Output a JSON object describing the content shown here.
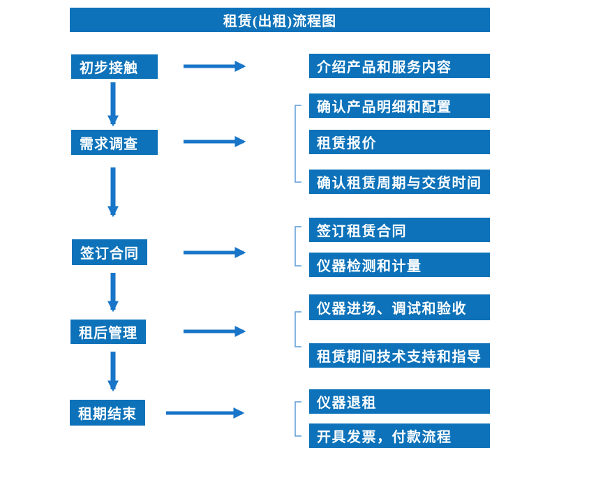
{
  "title": "租赁(出租)流程图",
  "colors": {
    "box_blue": "#0d72b9",
    "arrow_blue": "#1875c8",
    "bracket_blue": "#5b9bd5",
    "text_white": "#ffffff",
    "background": "#ffffff"
  },
  "flow": {
    "stages": [
      {
        "label": "初步接触",
        "outputs": [
          "介绍产品和服务内容"
        ]
      },
      {
        "label": "需求调查",
        "outputs": [
          "确认产品明细和配置",
          "租赁报价",
          "确认租赁周期与交货时间"
        ]
      },
      {
        "label": "签订合同",
        "outputs": [
          "签订租赁合同",
          "仪器检测和计量"
        ]
      },
      {
        "label": "租后管理",
        "outputs": [
          "仪器进场、调试和验收",
          "租赁期间技术支持和指导"
        ]
      },
      {
        "label": "租期结束",
        "outputs": [
          "仪器退租",
          "开具发票，付款流程"
        ]
      }
    ]
  }
}
